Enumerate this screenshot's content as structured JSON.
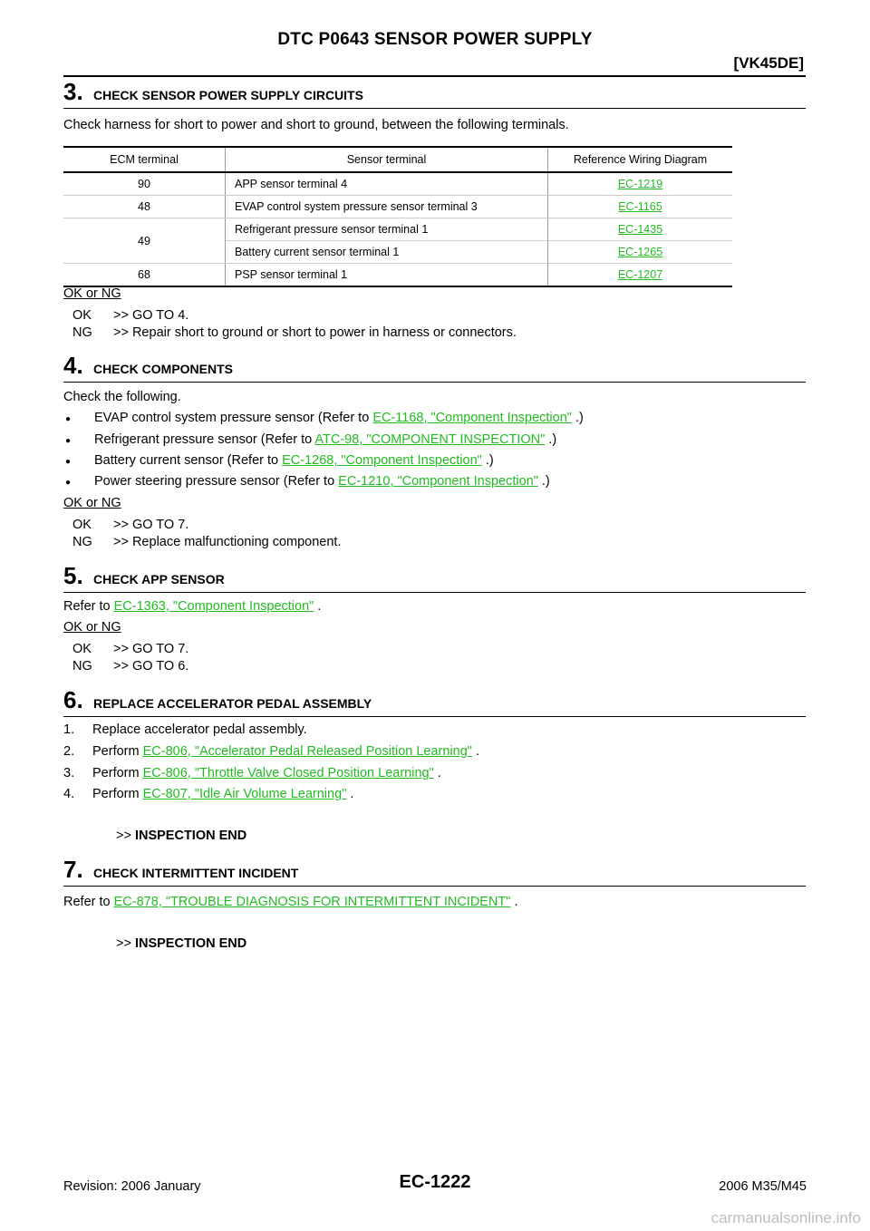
{
  "header": {
    "title": "DTC P0643 SENSOR POWER SUPPLY",
    "engine": "[VK45DE]"
  },
  "step3": {
    "num": "3.",
    "title": "CHECK SENSOR POWER SUPPLY CIRCUITS",
    "text": "Check harness for short to power and short to ground, between the following terminals.",
    "table": {
      "headers": [
        "ECM terminal",
        "Sensor terminal",
        "Reference Wiring Diagram"
      ],
      "rows": [
        {
          "ecm": "90",
          "sensor": "APP sensor terminal 4",
          "ref": "EC-1219"
        },
        {
          "ecm": "48",
          "sensor": "EVAP control system pressure sensor terminal 3",
          "ref": "EC-1165"
        },
        {
          "ecm": "49",
          "sensor": "Refrigerant pressure sensor terminal 1",
          "ref": "EC-1435"
        },
        {
          "ecm": "",
          "sensor": "Battery current sensor terminal 1",
          "ref": "EC-1265"
        },
        {
          "ecm": "68",
          "sensor": "PSP sensor terminal 1",
          "ref": "EC-1207"
        }
      ]
    },
    "okng": "OK or NG",
    "ok_key": "OK",
    "ok_val": ">> GO TO 4.",
    "ng_key": "NG",
    "ng_val": ">> Repair short to ground or short to power in harness or connectors."
  },
  "step4": {
    "num": "4.",
    "title": "CHECK COMPONENTS",
    "text": "Check the following.",
    "bullets": [
      {
        "pre": "EVAP control system pressure sensor (Refer to ",
        "link": "EC-1168, \"Component Inspection\"",
        "post": " .)"
      },
      {
        "pre": "Refrigerant pressure sensor (Refer to ",
        "link": "ATC-98, \"COMPONENT INSPECTION\"",
        "post": " .)"
      },
      {
        "pre": "Battery current sensor (Refer to ",
        "link": "EC-1268, \"Component Inspection\"",
        "post": " .)"
      },
      {
        "pre": "Power steering pressure sensor (Refer to ",
        "link": "EC-1210, \"Component Inspection\"",
        "post": " .)"
      }
    ],
    "okng": "OK or NG",
    "ok_key": "OK",
    "ok_val": ">> GO TO 7.",
    "ng_key": "NG",
    "ng_val": ">> Replace malfunctioning component."
  },
  "step5": {
    "num": "5.",
    "title": "CHECK APP SENSOR",
    "pre": "Refer to ",
    "link": "EC-1363, \"Component Inspection\"",
    "post": " .",
    "okng": "OK or NG",
    "ok_key": "OK",
    "ok_val": ">> GO TO 7.",
    "ng_key": "NG",
    "ng_val": ">> GO TO 6."
  },
  "step6": {
    "num": "6.",
    "title": "REPLACE ACCELERATOR PEDAL ASSEMBLY",
    "items": [
      {
        "n": "1.",
        "pre": "Replace accelerator pedal assembly.",
        "link": "",
        "post": ""
      },
      {
        "n": "2.",
        "pre": "Perform ",
        "link": "EC-806, \"Accelerator Pedal Released Position Learning\"",
        "post": " ."
      },
      {
        "n": "3.",
        "pre": "Perform ",
        "link": "EC-806, \"Throttle Valve Closed Position Learning\"",
        "post": " ."
      },
      {
        "n": "4.",
        "pre": "Perform ",
        "link": "EC-807, \"Idle Air Volume Learning\"",
        "post": " ."
      }
    ],
    "end_prefix": ">>",
    "end_text": "INSPECTION END"
  },
  "step7": {
    "num": "7.",
    "title": "CHECK INTERMITTENT INCIDENT",
    "pre": "Refer to ",
    "link": "EC-878, \"TROUBLE DIAGNOSIS FOR INTERMITTENT INCIDENT\"",
    "post": " .",
    "end_prefix": ">>",
    "end_text": "INSPECTION END"
  },
  "footer": {
    "revision": "Revision: 2006 January",
    "page": "EC-1222",
    "model": "2006 M35/M45",
    "watermark": "carmanualsonline.info"
  }
}
